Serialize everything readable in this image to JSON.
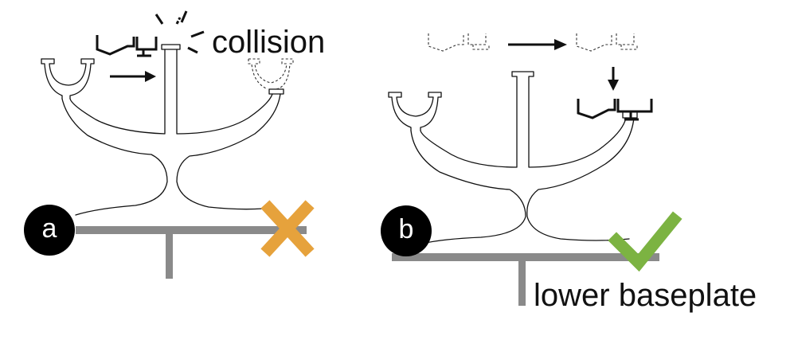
{
  "panel_a": {
    "badge": "a",
    "callout": "collision",
    "status": "cross",
    "status_color": "#E6A23C"
  },
  "panel_b": {
    "badge": "b",
    "callout": "lower baseplate",
    "status": "check",
    "status_color": "#7CB342"
  },
  "colors": {
    "baseplate": "#8a8a8a",
    "badge_fill": "#000000",
    "outline": "#111111"
  }
}
